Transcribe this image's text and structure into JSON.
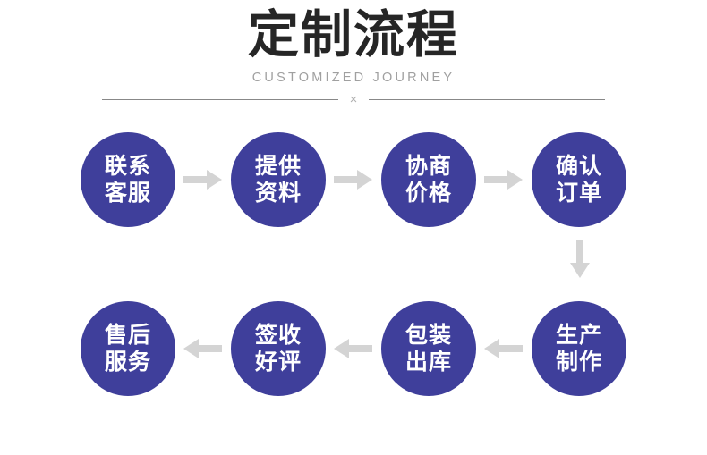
{
  "header": {
    "title": "定制流程",
    "subtitle": "CUSTOMIZED JOURNEY",
    "divider_mark": "×"
  },
  "colors": {
    "node_fill": "#3f3f9b",
    "node_text": "#ffffff",
    "title_text": "#262626",
    "subtitle_text": "#a0a0a0",
    "arrow": "#d4d4d4",
    "divider_line": "#888888",
    "background": "#ffffff"
  },
  "flow": {
    "row_top": {
      "nodes": [
        {
          "line1": "联系",
          "line2": "客服"
        },
        {
          "line1": "提供",
          "line2": "资料"
        },
        {
          "line1": "协商",
          "line2": "价格"
        },
        {
          "line1": "确认",
          "line2": "订单"
        }
      ],
      "connector": "arrow-right"
    },
    "row_bottom": {
      "nodes": [
        {
          "line1": "售后",
          "line2": "服务"
        },
        {
          "line1": "签收",
          "line2": "好评"
        },
        {
          "line1": "包装",
          "line2": "出库"
        },
        {
          "line1": "生产",
          "line2": "制作"
        }
      ],
      "connector": "arrow-left"
    },
    "row_connector": "arrow-down"
  }
}
